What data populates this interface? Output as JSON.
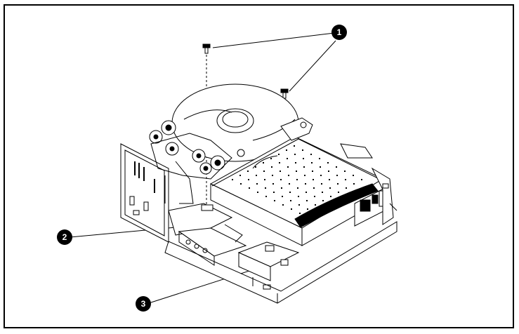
{
  "callouts": [
    {
      "label": "1"
    },
    {
      "label": "2"
    },
    {
      "label": "3"
    }
  ],
  "colors": {
    "line": "#000000",
    "background": "#ffffff",
    "callout_fill": "#000000",
    "callout_text": "#ffffff"
  }
}
